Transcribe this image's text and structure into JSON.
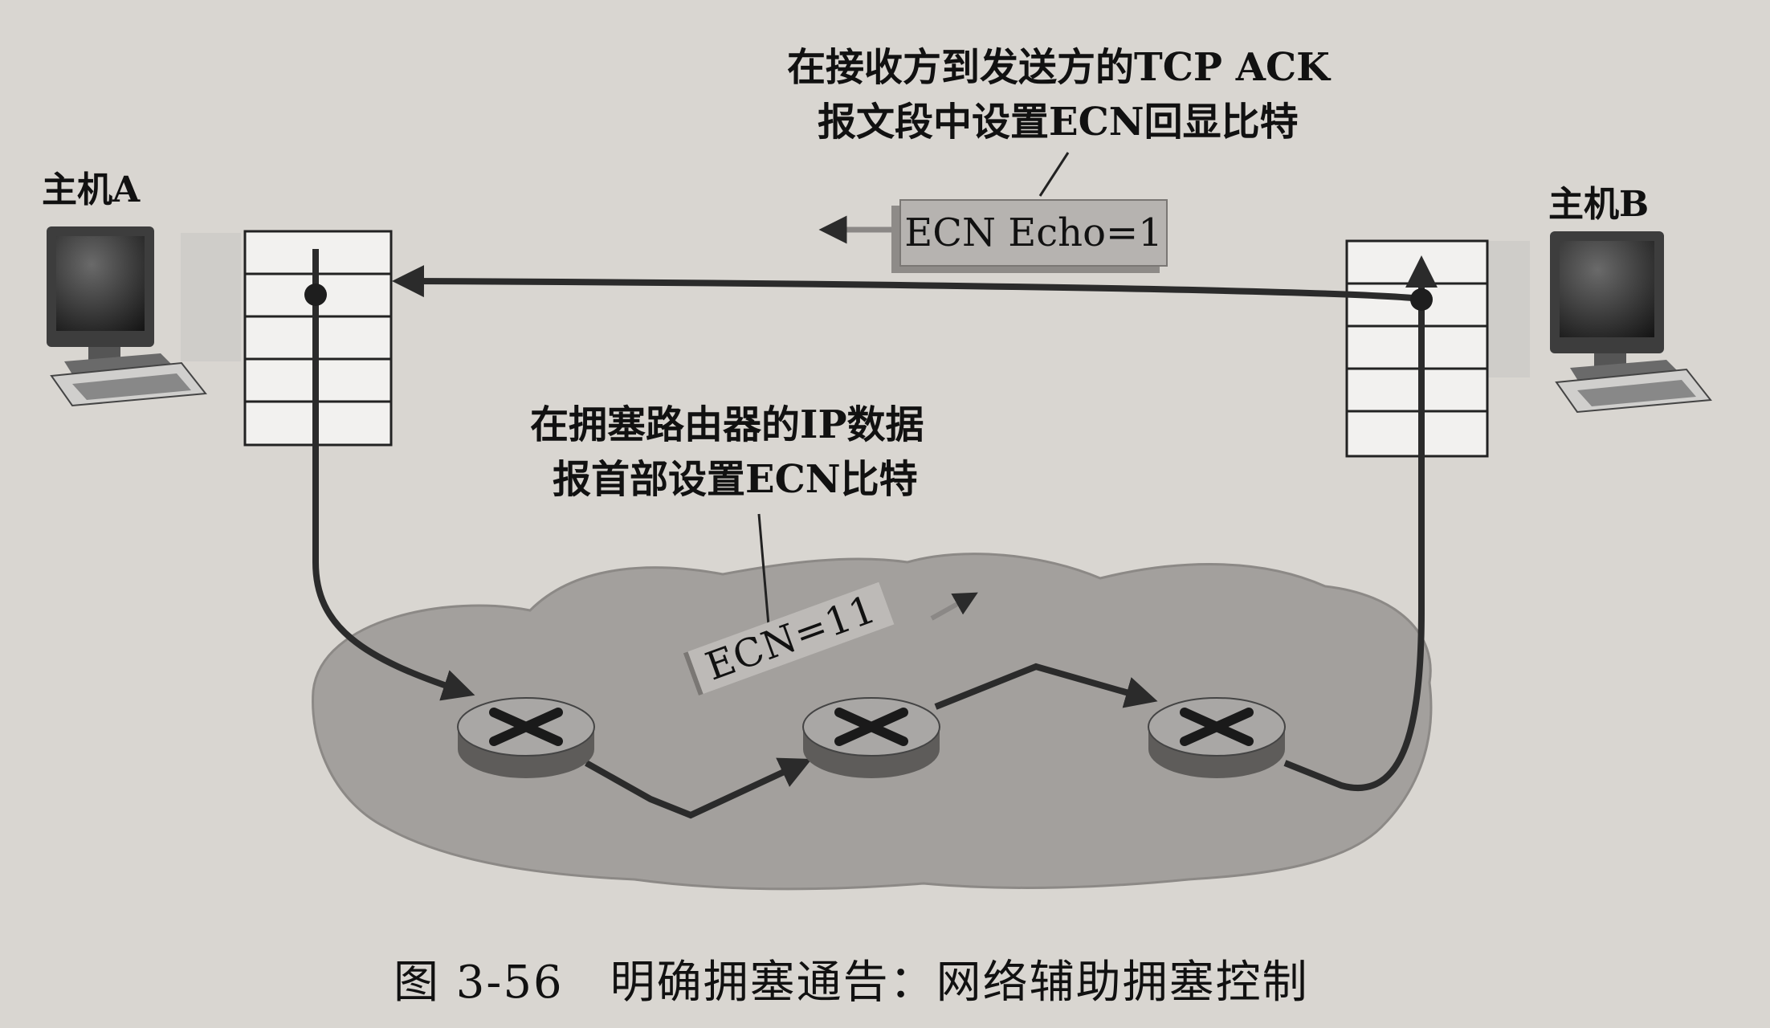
{
  "hosts": {
    "a": {
      "label": "主机A"
    },
    "b": {
      "label": "主机B"
    }
  },
  "notes": {
    "ack_echo": {
      "line1": "在接收方到发送方的TCP ACK",
      "line2": "报文段中设置ECN回显比特"
    },
    "router_mark": {
      "line1": "在拥塞路由器的IP数据",
      "line2": "报首部设置ECN比特"
    }
  },
  "tags": {
    "ecn_echo": "ECN Echo=1",
    "ecn_ip": "ECN=11"
  },
  "caption": "图 3-56　明确拥塞通告：网络辅助拥塞控制",
  "colors": {
    "background": "#d9d6d1",
    "network_cloud": "#a3a09d",
    "arrow": "#2b2b2b",
    "router": "#7c7a78"
  }
}
